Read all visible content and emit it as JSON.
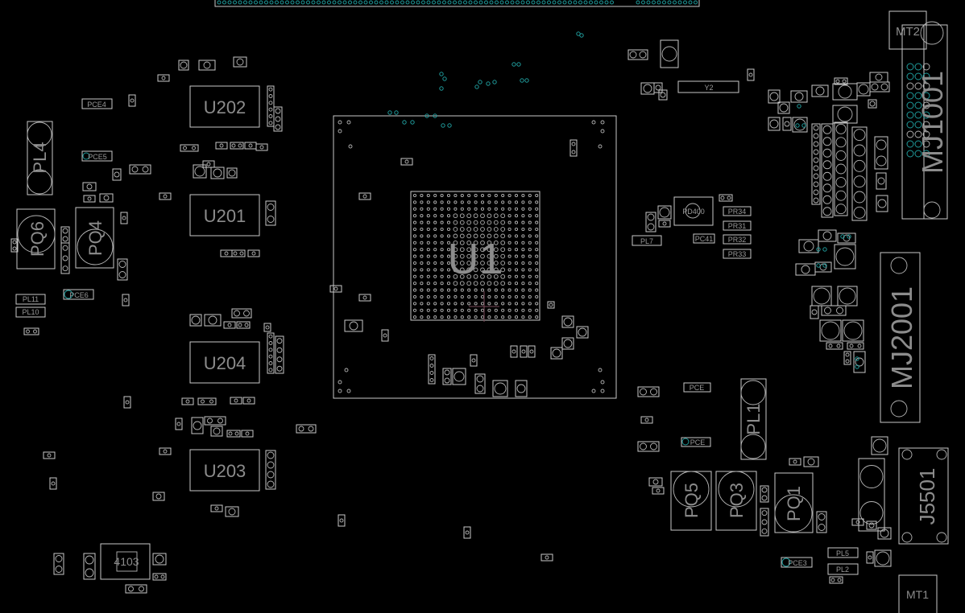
{
  "labels": {
    "u202": "U202",
    "u201": "U201",
    "u204": "U204",
    "u203": "U203",
    "u1": "U1",
    "pl4": "PL4",
    "pq6": "PQ6",
    "pq4": "PQ4",
    "pce4": "PCE4",
    "pce5": "PCE5",
    "pce6": "PCE6",
    "pl11": "PL11",
    "pl10": "PL10",
    "mt2": "MT2",
    "mj1001": "MJ1001",
    "y2": "Y2",
    "pd400": "PD400",
    "pl7": "PL7",
    "pc41": "PC41",
    "pr34": "PR34",
    "pr31": "PR31",
    "pr32": "PR32",
    "pr33": "PR33",
    "mj2001": "MJ2001",
    "pl1": "PL1",
    "pce_a": "PCE",
    "pce_b": "PCE",
    "pq5": "PQ5",
    "pq3": "PQ3",
    "pq1": "PQ1",
    "j5501": "J5501",
    "pce3": "PCE3",
    "pl5": "PL5",
    "pl2": "PL2",
    "mt1": "MT1",
    "q4103": "4103"
  },
  "colors": {
    "outline": "#c8c8c8",
    "label": "#8c8c8c",
    "via": "#1f9a9a",
    "background": "#000000",
    "cursor": "#7a4a5a"
  }
}
